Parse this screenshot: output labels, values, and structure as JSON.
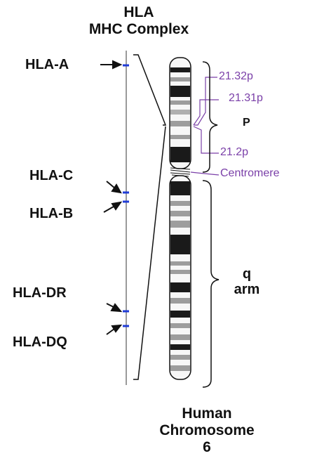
{
  "title": {
    "line1": "HLA",
    "line2": "MHC Complex"
  },
  "genes": [
    {
      "label": "HLA-A"
    },
    {
      "label": "HLA-C"
    },
    {
      "label": "HLA-B"
    },
    {
      "label": "HLA-DR"
    },
    {
      "label": "HLA-DQ"
    }
  ],
  "bands": [
    {
      "label": "21.32p"
    },
    {
      "label": "21.31p"
    },
    {
      "label": "21.2p"
    }
  ],
  "centromere_label": "Centromere",
  "p_label": "P",
  "q_arm": {
    "line1": "q",
    "line2": "arm"
  },
  "footer": {
    "line1": "Human",
    "line2": "Chromosome",
    "line3": "6"
  },
  "colors": {
    "marker": "#1f3bd6",
    "band_label": "#7a3fa8",
    "text": "#111111",
    "chromosome_dark": "#1a1a1a"
  }
}
